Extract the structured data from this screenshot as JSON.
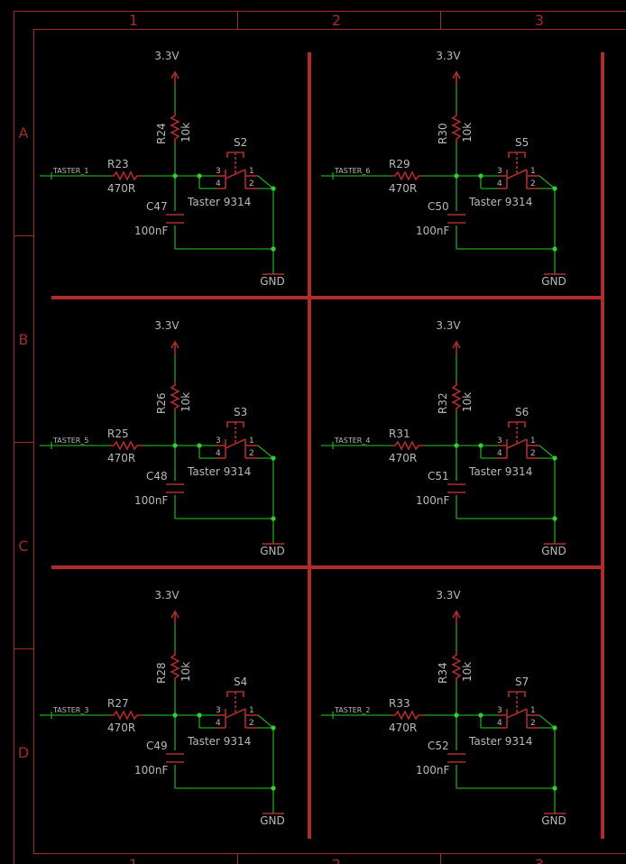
{
  "frame": {
    "columns": [
      "1",
      "2",
      "3"
    ],
    "rows": [
      "A",
      "B",
      "C",
      "D"
    ]
  },
  "cells": [
    {
      "supply": "3.3V",
      "pullup_name": "R24",
      "pullup_value": "10k",
      "series_name": "R23",
      "series_value": "470R",
      "cap_name": "C47",
      "cap_value": "100nF",
      "switch_name": "S2",
      "switch_value": "Taster 9314",
      "net": "TASTER_1",
      "ground": "GND",
      "pins": [
        "3",
        "1",
        "4",
        "2"
      ]
    },
    {
      "supply": "3.3V",
      "pullup_name": "R30",
      "pullup_value": "10k",
      "series_name": "R29",
      "series_value": "470R",
      "cap_name": "C50",
      "cap_value": "100nF",
      "switch_name": "S5",
      "switch_value": "Taster 9314",
      "net": "TASTER_6",
      "ground": "GND",
      "pins": [
        "3",
        "1",
        "4",
        "2"
      ]
    },
    {
      "supply": "3.3V",
      "pullup_name": "R26",
      "pullup_value": "10k",
      "series_name": "R25",
      "series_value": "470R",
      "cap_name": "C48",
      "cap_value": "100nF",
      "switch_name": "S3",
      "switch_value": "Taster 9314",
      "net": "TASTER_5",
      "ground": "GND",
      "pins": [
        "3",
        "1",
        "4",
        "2"
      ]
    },
    {
      "supply": "3.3V",
      "pullup_name": "R32",
      "pullup_value": "10k",
      "series_name": "R31",
      "series_value": "470R",
      "cap_name": "C51",
      "cap_value": "100nF",
      "switch_name": "S6",
      "switch_value": "Taster 9314",
      "net": "TASTER_4",
      "ground": "GND",
      "pins": [
        "3",
        "1",
        "4",
        "2"
      ]
    },
    {
      "supply": "3.3V",
      "pullup_name": "R28",
      "pullup_value": "10k",
      "series_name": "R27",
      "series_value": "470R",
      "cap_name": "C49",
      "cap_value": "100nF",
      "switch_name": "S4",
      "switch_value": "Taster 9314",
      "net": "TASTER_3",
      "ground": "GND",
      "pins": [
        "3",
        "1",
        "4",
        "2"
      ]
    },
    {
      "supply": "3.3V",
      "pullup_name": "R34",
      "pullup_value": "10k",
      "series_name": "R33",
      "series_value": "470R",
      "cap_name": "C52",
      "cap_value": "100nF",
      "switch_name": "S7",
      "switch_value": "Taster 9314",
      "net": "TASTER_2",
      "ground": "GND",
      "pins": [
        "3",
        "1",
        "4",
        "2"
      ]
    }
  ],
  "colors": {
    "background": "#000000",
    "frame": "#a42a2a",
    "wire": "#1ea51e",
    "part": "#b02c2c",
    "junction": "#2fd02f",
    "text": "#b8b8b8"
  }
}
